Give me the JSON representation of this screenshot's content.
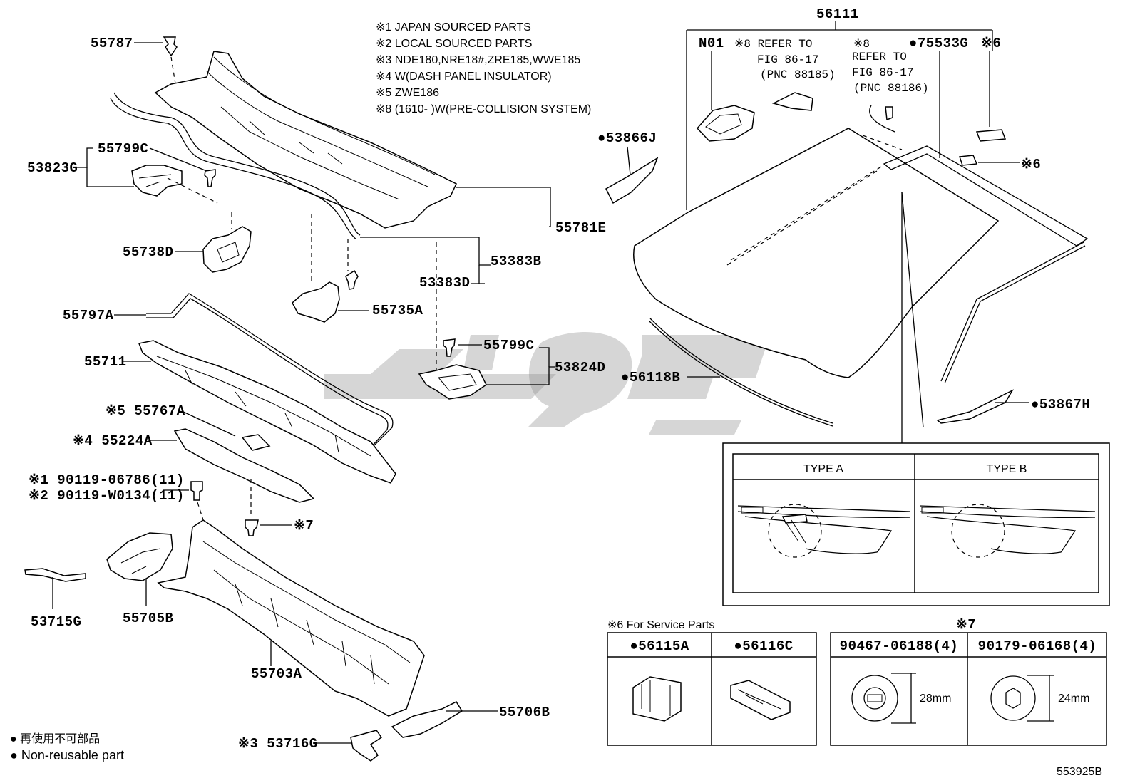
{
  "notes": [
    "※1 JAPAN SOURCED PARTS",
    "※2 LOCAL SOURCED PARTS",
    "※3 NDE180,NRE18#,ZRE185,WWE185",
    "※4 W(DASH PANEL INSULATOR)",
    "※5 ZWE186",
    "※8 (1610-        )W(PRE-COLLISION SYSTEM)"
  ],
  "labels": {
    "p55787": "55787",
    "p55799c_a": "55799C",
    "p53823g": "53823G",
    "p55738d": "55738D",
    "p55781e": "55781E",
    "p53383b": "53383B",
    "p53383d": "53383D",
    "p55735a": "55735A",
    "p55797a": "55797A",
    "p55711": "55711",
    "p55799c_b": "55799C",
    "p53824d": "53824D",
    "p55767a": "※5 55767A",
    "p55224a": "※4 55224A",
    "p90119a": "※1 90119-06786(11)",
    "p90119b": "※2 90119-W0134(11)",
    "p7": "※7",
    "p53715g": "53715G",
    "p55705b": "55705B",
    "p55703a": "55703A",
    "p55706b": "55706B",
    "p53716g": "※3 53716G",
    "p56111": "56111",
    "pn01": "N01",
    "pref8a_1": "※8 REFER TO",
    "pref8a_2": "FIG 86-17",
    "pref8a_3": "(PNC 88185)",
    "pref8b_0": "※8",
    "pref8b_1": "REFER TO",
    "pref8b_2": "FIG 86-17",
    "pref8b_3": "(PNC 88186)",
    "p75533g": "●75533G",
    "p6a": "※6",
    "p6b": "※6",
    "p53866j": "●53866J",
    "p56118b": "●56118B",
    "p53867h": "●53867H"
  },
  "type_box": {
    "type_a": "TYPE A",
    "type_b": "TYPE B"
  },
  "service_box": {
    "title": "※6 For Service Parts",
    "col1": "●56115A",
    "col2": "●56116C"
  },
  "clip_box": {
    "title": "※7",
    "col1": "90467-06188(4)",
    "col2": "90179-06168(4)",
    "dim1": "28mm",
    "dim2": "24mm"
  },
  "legend": {
    "jp": "● 再使用不可部品",
    "en": "● Non-reusable part"
  },
  "diagram_id": "553925B",
  "colors": {
    "line": "#000000",
    "watermark": "#8a8a8a"
  }
}
